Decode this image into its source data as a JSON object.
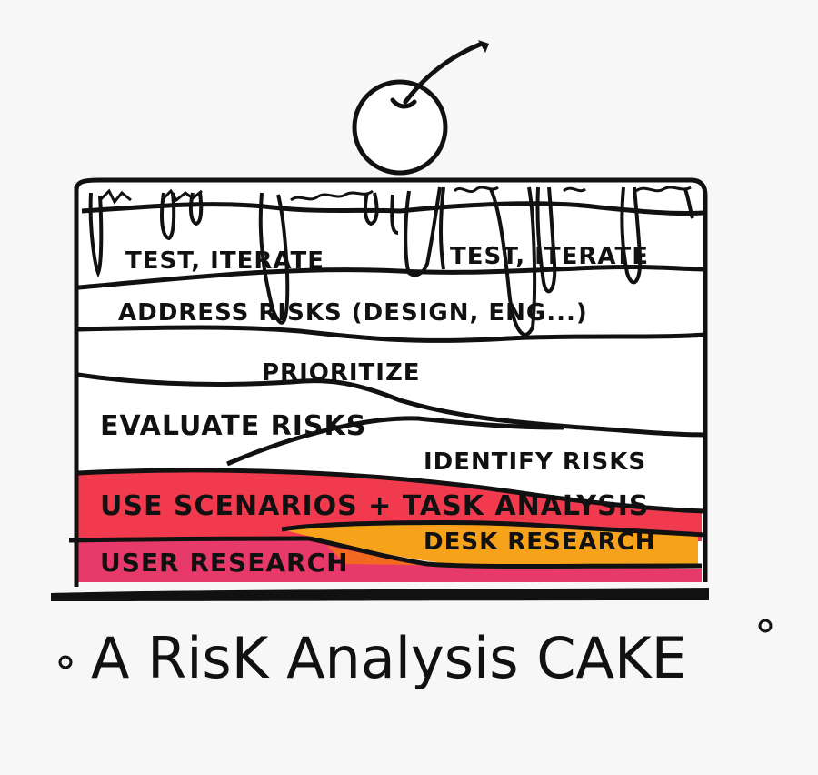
{
  "diagram": {
    "title": "• A Risk Analysis Cake •",
    "title_text": "A RisK Analysis CAKE",
    "topping": "cherry",
    "layers": [
      {
        "id": "test-iterate",
        "labels": [
          "TEST, ITERATE",
          "TEST, ITERATE"
        ],
        "color": "#ffffff"
      },
      {
        "id": "address-risks",
        "labels": [
          "ADDRESS RISKS (DESIGN, ENG...)"
        ],
        "color": "#ffffff"
      },
      {
        "id": "prioritize",
        "labels": [
          "PRIORITIZE"
        ],
        "color": "#ffffff"
      },
      {
        "id": "evaluate-risks",
        "labels": [
          "EVALUATE RISKS"
        ],
        "color": "#ffffff"
      },
      {
        "id": "identify-risks",
        "labels": [
          "IDENTIFY RISKS"
        ],
        "color": "#ffffff"
      },
      {
        "id": "use-scenarios",
        "labels": [
          "USE SCENARIOS + TASK ANALYSIS"
        ],
        "color": "#f23a4e"
      },
      {
        "id": "user-research",
        "labels": [
          "USER RESEARCH"
        ],
        "color": "#e83a6a"
      },
      {
        "id": "desk-research",
        "labels": [
          "DESK RESEARCH"
        ],
        "color": "#f7a21b"
      }
    ],
    "colors": {
      "ink": "#111111",
      "background": "#f7f7f7",
      "red_layer": "#f23a4e",
      "pink_layer": "#e83a6a",
      "orange_layer": "#f7a21b",
      "orange_edge": "#f26a1f"
    }
  }
}
